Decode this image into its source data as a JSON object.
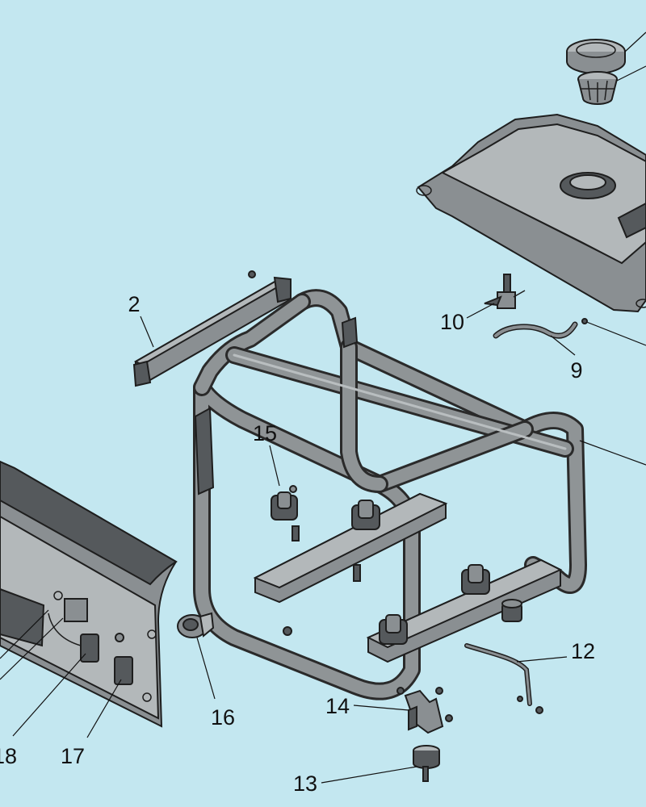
{
  "diagram": {
    "background_color": "#c3e7f0",
    "part_color": "#8a8f92",
    "callouts": [
      {
        "id": "c2",
        "text": "2"
      },
      {
        "id": "c9",
        "text": "9"
      },
      {
        "id": "c10",
        "text": "10"
      },
      {
        "id": "c12",
        "text": "12"
      },
      {
        "id": "c13",
        "text": "13"
      },
      {
        "id": "c14",
        "text": "14"
      },
      {
        "id": "c15",
        "text": "15"
      },
      {
        "id": "c16",
        "text": "16"
      },
      {
        "id": "c17",
        "text": "17"
      },
      {
        "id": "c18",
        "text": "18"
      }
    ]
  }
}
